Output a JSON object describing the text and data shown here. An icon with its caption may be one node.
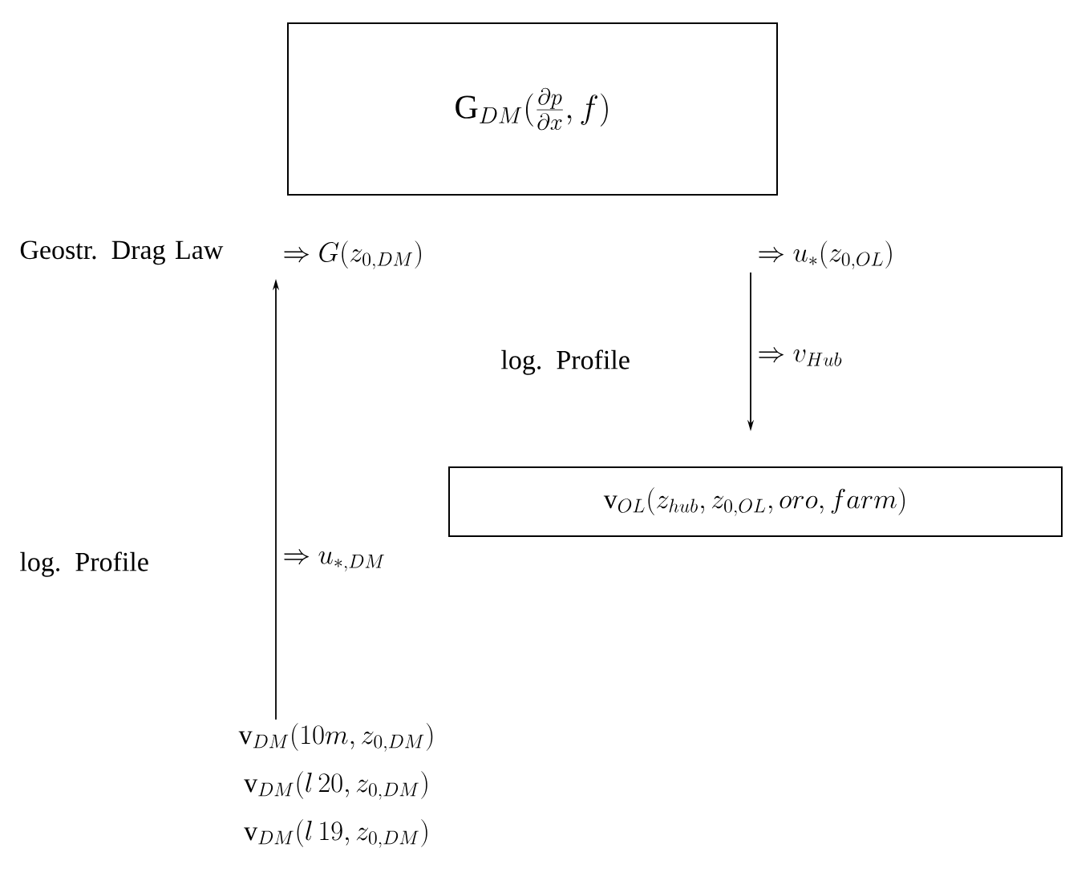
{
  "diagram": {
    "nodes": [
      {
        "text": [
          "\\mathrm{G}_{DM}(\\frac{\\partial p}{\\partial x}, f)"
        ]
      },
      {
        "text": [
          "\\mathrm{v}_{OL}(z_{hub}, z_{0,OL}, oro, farm)"
        ]
      },
      {
        "text": [
          "\\mathrm{v}_{DM}(10m, z_{0,DM})",
          "\\mathrm{v}_{DM}(l\\,20, z_{0,DM})",
          "\\mathrm{v}_{DM}(l\\,19, z_{0,DM})"
        ]
      }
    ],
    "edges": [
      {
        "from": 2,
        "to": 0,
        "arrow": "to"
      },
      {
        "from": 0,
        "to": 1,
        "arrow": "to"
      }
    ],
    "labels": [
      "Geostr. Drag Law",
      "\\Rightarrow G(z_{0,DM})",
      "\\Rightarrow u_*(z_{0,OL})",
      "log. Profile",
      "\\Rightarrow v_{Hub}",
      "log. Profile",
      "\\Rightarrow u_{*,DM}"
    ]
  }
}
